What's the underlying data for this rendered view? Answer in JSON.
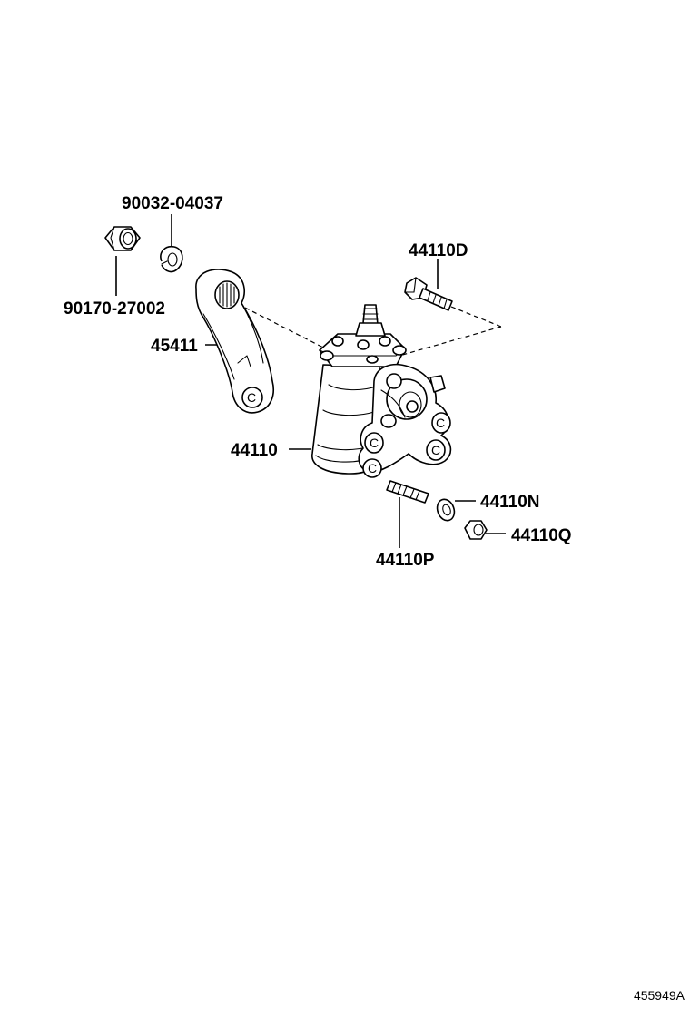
{
  "parts": [
    {
      "id": "p1",
      "label": "90032-04037"
    },
    {
      "id": "p2",
      "label": "90170-27002"
    },
    {
      "id": "p3",
      "label": "45411"
    },
    {
      "id": "p4",
      "label": "44110D"
    },
    {
      "id": "p5",
      "label": "44110"
    },
    {
      "id": "p6",
      "label": "44110N"
    },
    {
      "id": "p7",
      "label": "44110Q"
    },
    {
      "id": "p8",
      "label": "44110P"
    }
  ],
  "diagram_ref": "455949A"
}
